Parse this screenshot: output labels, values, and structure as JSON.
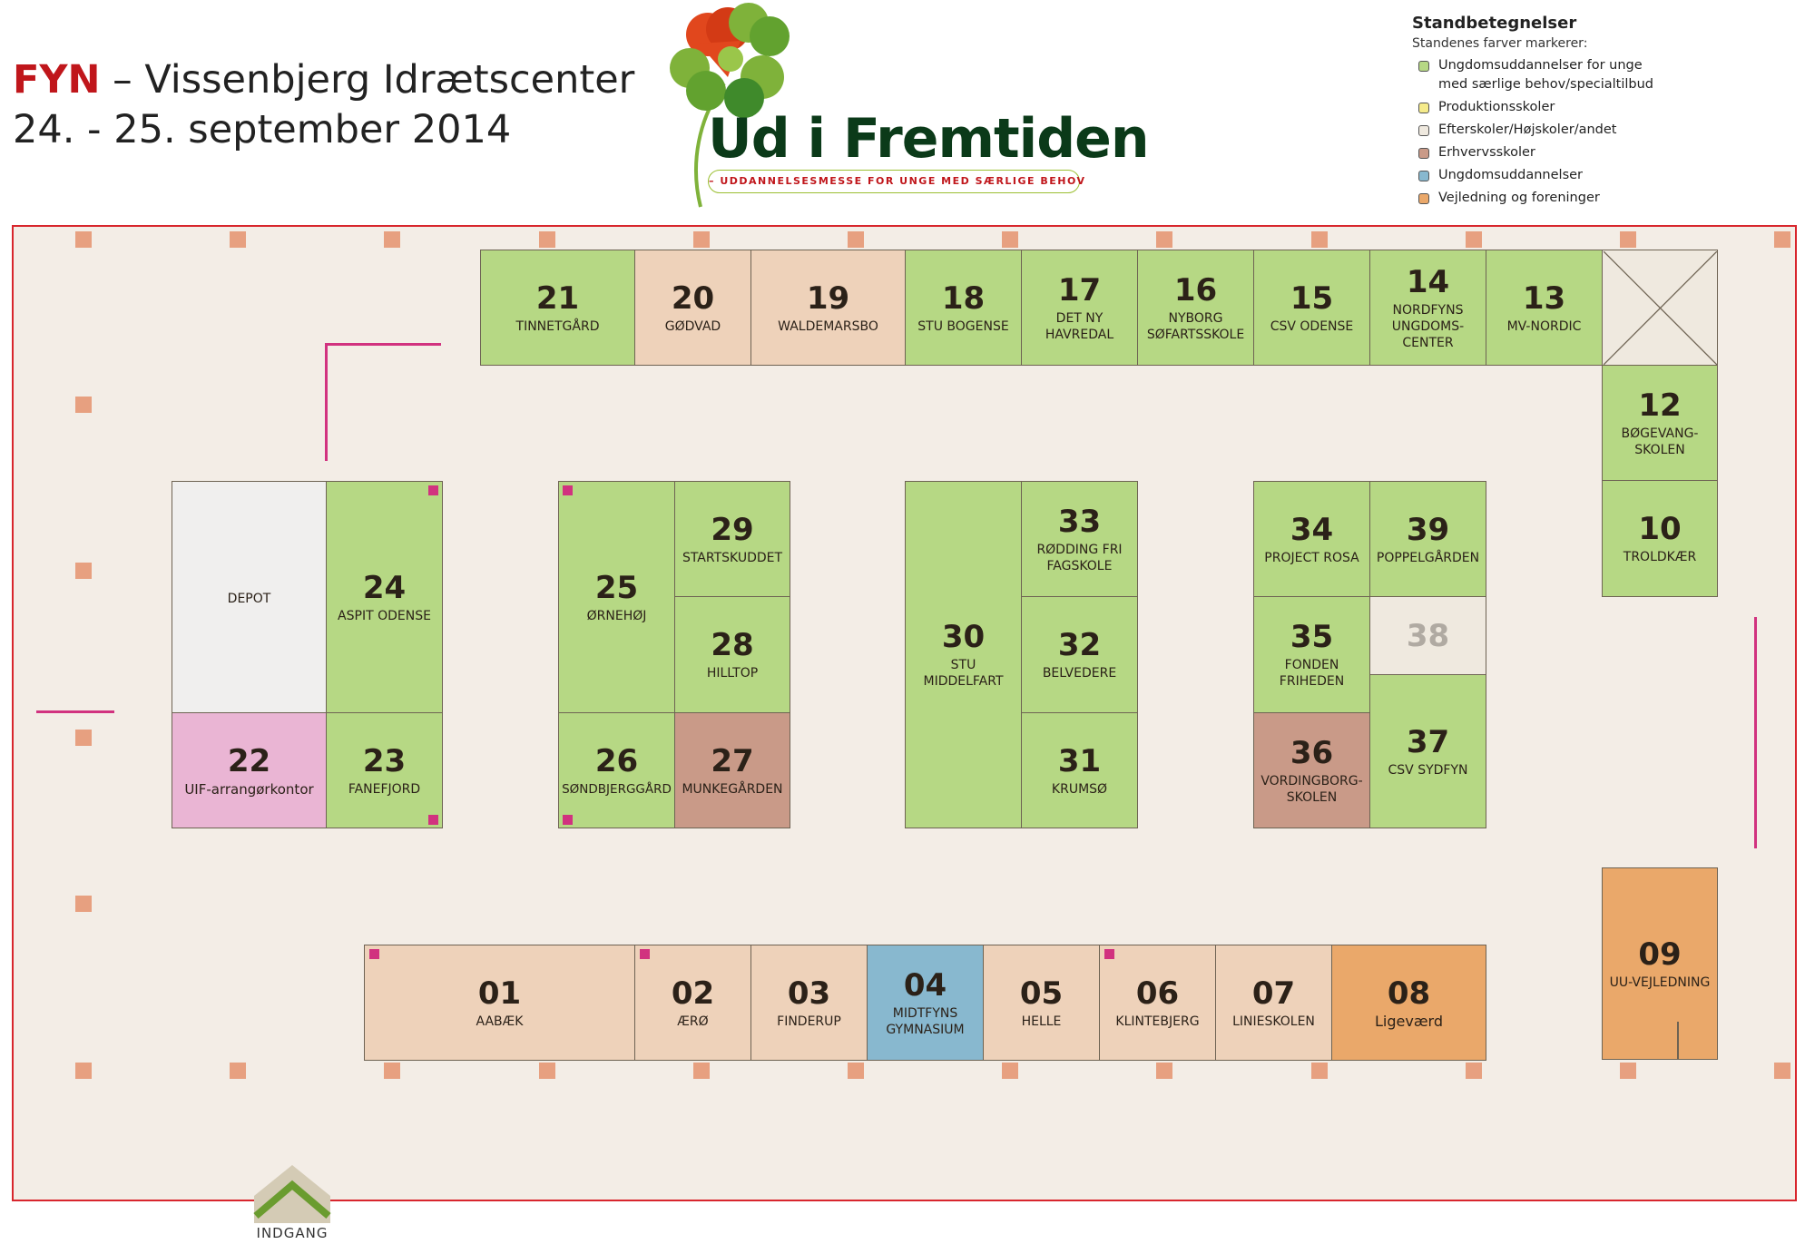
{
  "header": {
    "region": "FYN",
    "venue": " – Vissenbjerg Idrætscenter",
    "dates": "24. - 25. september 2014"
  },
  "logo": {
    "name": "Ud i Fremtiden",
    "tagline": "– UDDANNELSESMESSE FOR UNGE MED SÆRLIGE BEHOV",
    "colors": {
      "leaf": "#7fb23a",
      "leaf_dark": "#3f8a2b",
      "heart": "#e1471d",
      "text": "#0b3a19",
      "accent": "#c0161b"
    }
  },
  "legend": {
    "title": "Standbetegnelser",
    "subtitle": "Standenes farver markerer:",
    "items": [
      {
        "label": "Ungdomsuddannelser for unge\nmed særlige behov/specialtilbud",
        "color": "#b6d884"
      },
      {
        "label": "Produktionsskoler",
        "color": "#f5eb8b"
      },
      {
        "label": "Efterskoler/Højskoler/andet",
        "color": "#efe9df"
      },
      {
        "label": "Erhvervsskoler",
        "color": "#c99a88"
      },
      {
        "label": "Ungdomsuddannelser",
        "color": "#88b8cf"
      },
      {
        "label": "Vejledning og foreninger",
        "color": "#eaa86a"
      }
    ]
  },
  "hall": {
    "border_color": "#d8262d",
    "floor_color": "#f3ede6",
    "pillar_color": "#e7a080",
    "marker_color": "#d1327f"
  },
  "booths": {
    "b21": {
      "number": "21",
      "name": "TINNETGÅRD"
    },
    "b20": {
      "number": "20",
      "name": "GØDVAD"
    },
    "b19": {
      "number": "19",
      "name": "WALDEMARSBO"
    },
    "b18": {
      "number": "18",
      "name": "STU BOGENSE"
    },
    "b17": {
      "number": "17",
      "name": "DET NY\nHAVREDAL"
    },
    "b16": {
      "number": "16",
      "name": "NYBORG\nSØFARTSSKOLE"
    },
    "b15": {
      "number": "15",
      "name": "CSV ODENSE"
    },
    "b14": {
      "number": "14",
      "name": "NORDFYNS\nUNGDOMS-\nCENTER"
    },
    "b13": {
      "number": "13",
      "name": "MV-NORDIC"
    },
    "b12": {
      "number": "12",
      "name": "BØGEVANG-\nSKOLEN"
    },
    "b10": {
      "number": "10",
      "name": "TROLDKÆR"
    },
    "depot": {
      "name": "DEPOT"
    },
    "b24": {
      "number": "24",
      "name": "ASPIT ODENSE"
    },
    "b22": {
      "number": "22",
      "name": "UIF-arrangørkontor"
    },
    "b23": {
      "number": "23",
      "name": "FANEFJORD"
    },
    "b25": {
      "number": "25",
      "name": "ØRNEHØJ"
    },
    "b29": {
      "number": "29",
      "name": "STARTSKUDDET"
    },
    "b28": {
      "number": "28",
      "name": "HILLTOP"
    },
    "b26": {
      "number": "26",
      "name": "SØNDBJERGGÅRD"
    },
    "b27": {
      "number": "27",
      "name": "MUNKEGÅRDEN"
    },
    "b30": {
      "number": "30",
      "name": "STU\nMIDDELFART"
    },
    "b33": {
      "number": "33",
      "name": "RØDDING FRI\nFAGSKOLE"
    },
    "b32": {
      "number": "32",
      "name": "BELVEDERE"
    },
    "b31": {
      "number": "31",
      "name": "KRUMSØ"
    },
    "b34": {
      "number": "34",
      "name": "PROJECT ROSA"
    },
    "b39": {
      "number": "39",
      "name": "POPPELGÅRDEN"
    },
    "b35": {
      "number": "35",
      "name": "FONDEN\nFRIHEDEN"
    },
    "b38": {
      "number": "38"
    },
    "b36": {
      "number": "36",
      "name": "VORDINGBORG-\nSKOLEN"
    },
    "b37": {
      "number": "37",
      "name": "CSV SYDFYN"
    },
    "b09": {
      "number": "09",
      "name": "UU-VEJLEDNING"
    },
    "b01": {
      "number": "01",
      "name": "AABÆK"
    },
    "b02": {
      "number": "02",
      "name": "ÆRØ"
    },
    "b03": {
      "number": "03",
      "name": "FINDERUP"
    },
    "b04": {
      "number": "04",
      "name": "MIDTFYNS\nGYMNASIUM"
    },
    "b05": {
      "number": "05",
      "name": "HELLE"
    },
    "b06": {
      "number": "06",
      "name": "KLINTEBJERG"
    },
    "b07": {
      "number": "07",
      "name": "LINIESKOLEN"
    },
    "b08": {
      "number": "08",
      "name": "Ligeværd"
    }
  },
  "entrance": {
    "label": "INDGANG"
  }
}
